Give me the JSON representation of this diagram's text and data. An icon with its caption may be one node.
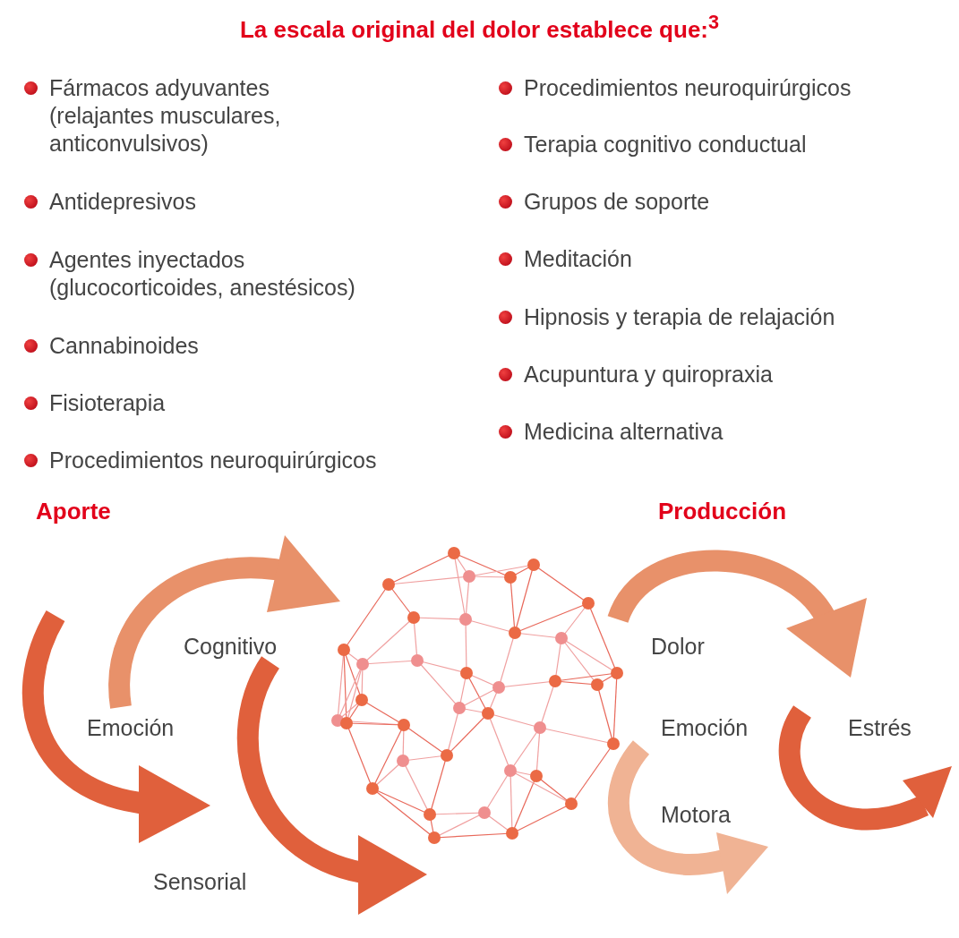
{
  "diagram": {
    "title": "La escala original del dolor establece que:$^{3}$",
    "labels": [
      "Fármacos adyuvantes (relajantes musculares, anticonvulsivos)",
      "Antidepresivos",
      "Agentes inyectados (glucocorticoides, anestésicos)",
      "Cannabinoides",
      "Fisioterapia",
      "Procedimientos neuroquirúrgicos",
      "Procedimientos neuroquirúrgicos",
      "Terapia cognitivo conductual",
      "Grupos de soporte",
      "Meditación",
      "Hipnosis y terapia de relajación",
      "Acupuntura y quiropraxia",
      "Medicina alternativa",
      "Aporte",
      "Producción",
      "Cognitivo",
      "Emoción",
      "Sensorial",
      "Dolor",
      "Emoción",
      "Motora",
      "Estrés"
    ]
  }
}
